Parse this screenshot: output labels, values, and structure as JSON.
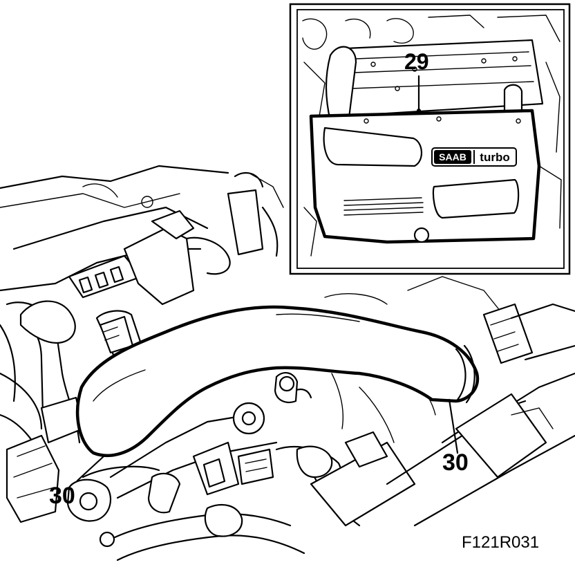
{
  "figure_code": "F121R031",
  "inset": {
    "callout": "29",
    "logo_brand": "SAAB",
    "logo_text": "turbo"
  },
  "callouts": {
    "left": "30",
    "right": "30"
  }
}
